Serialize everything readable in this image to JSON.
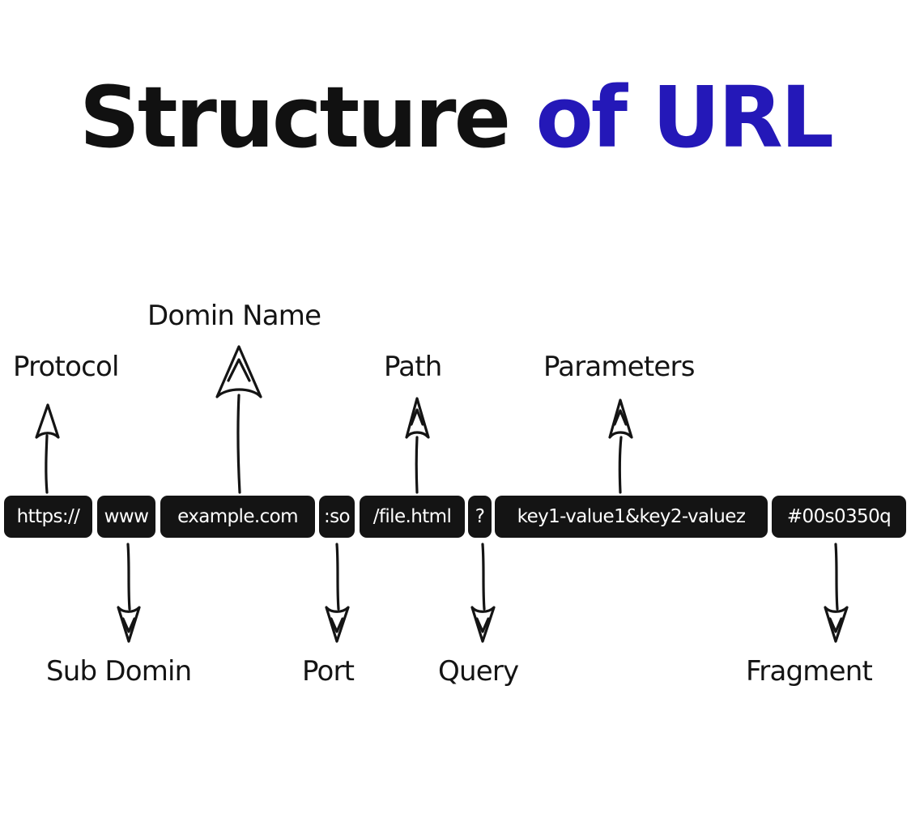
{
  "title": {
    "part1": "Structure",
    "part2": "of URL",
    "accent_color": "#2418b8"
  },
  "url_segments": [
    {
      "id": "protocol",
      "text": "https://"
    },
    {
      "id": "subdomain",
      "text": "www"
    },
    {
      "id": "domain",
      "text": "example.com"
    },
    {
      "id": "port",
      "text": ":so"
    },
    {
      "id": "path",
      "text": "/file.html"
    },
    {
      "id": "query",
      "text": "?"
    },
    {
      "id": "parameters",
      "text": "key1-value1&key2-valuez"
    },
    {
      "id": "fragment",
      "text": "#00s0350q"
    }
  ],
  "labels": {
    "protocol": "Protocol",
    "domain_name": "Domin Name",
    "path": "Path",
    "parameters": "Parameters",
    "sub_domain": "Sub Domin",
    "port": "Port",
    "query": "Query",
    "fragment": "Fragment"
  },
  "icons": {
    "up_arrow": "hand-drawn-up-arrow-icon",
    "down_arrow": "hand-drawn-down-arrow-icon"
  }
}
